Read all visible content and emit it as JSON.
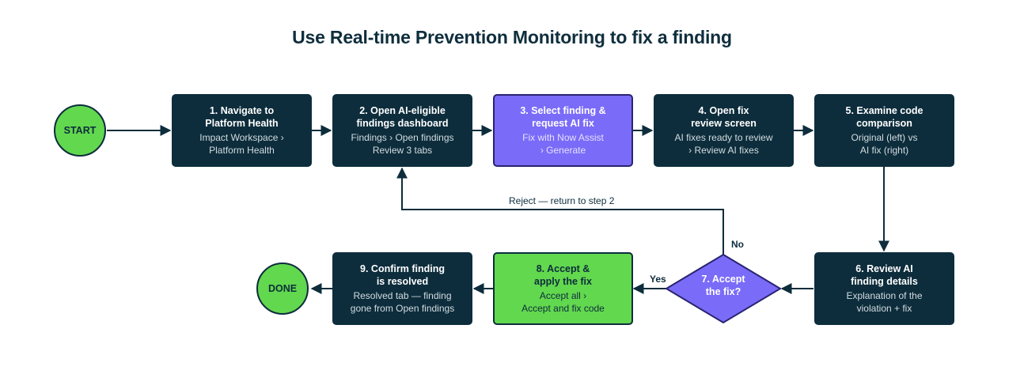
{
  "title": "Use Real-time Prevention Monitoring to fix a finding",
  "start_label": "START",
  "done_label": "DONE",
  "steps": [
    {
      "title1": "1. Navigate to",
      "title2": "Platform Health",
      "sub1": "Impact Workspace ›",
      "sub2": "Platform Health"
    },
    {
      "title1": "2. Open AI-eligible",
      "title2": "findings dashboard",
      "sub1": "Findings › Open findings",
      "sub2": "Review 3 tabs"
    },
    {
      "title1": "3. Select finding &",
      "title2": "request AI fix",
      "sub1": "Fix with Now Assist",
      "sub2": "› Generate"
    },
    {
      "title1": "4. Open fix",
      "title2": "review screen",
      "sub1": "AI fixes ready to review",
      "sub2": "› Review AI fixes"
    },
    {
      "title1": "5. Examine code",
      "title2": "comparison",
      "sub1": "Original (left) vs",
      "sub2": "AI fix (right)"
    },
    {
      "title1": "6. Review AI",
      "title2": "finding details",
      "sub1": "Explanation of the",
      "sub2": "violation + fix"
    },
    {
      "title1": "8. Accept &",
      "title2": "apply the fix",
      "sub1": "Accept all ›",
      "sub2": "Accept and fix code"
    },
    {
      "title1": "9. Confirm finding",
      "title2": "is resolved",
      "sub1": "Resolved tab — finding",
      "sub2": "gone from Open findings"
    }
  ],
  "decision": {
    "line1": "7. Accept",
    "line2": "the fix?"
  },
  "edges": {
    "reject": "Reject — return to step 2",
    "no": "No",
    "yes": "Yes"
  },
  "colors": {
    "dark": "#0d2d3c",
    "purple": "#7a6bf8",
    "green": "#62d84e"
  }
}
